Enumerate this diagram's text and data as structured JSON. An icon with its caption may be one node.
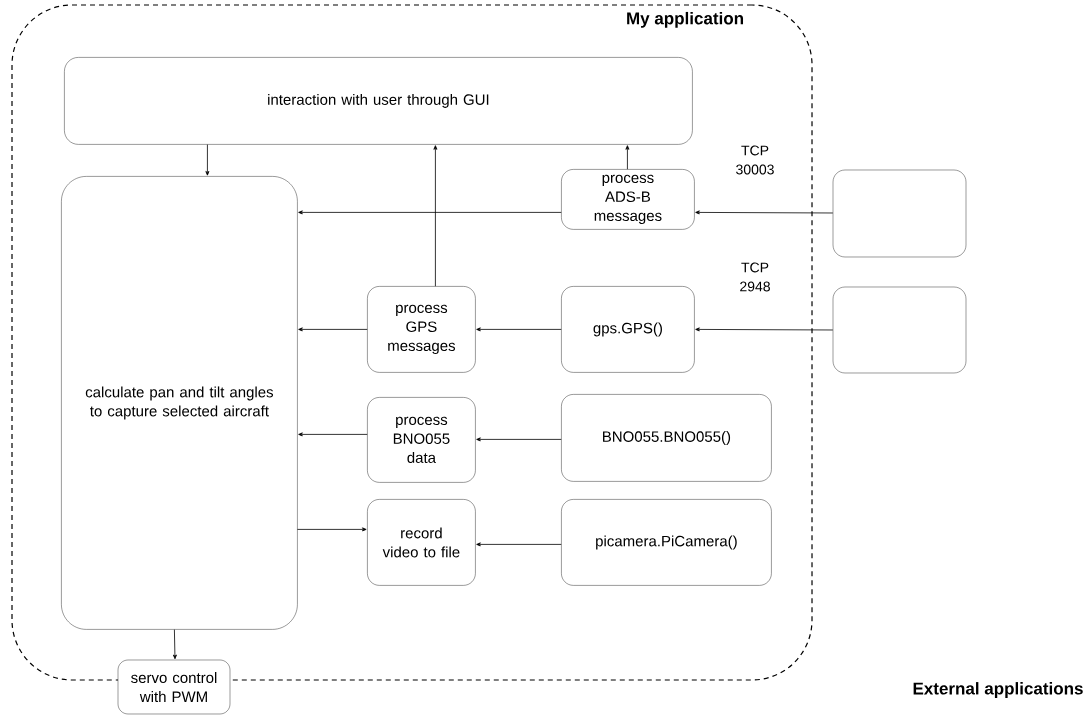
{
  "diagram": {
    "nodes": [
      {
        "text": [
          "My application"
        ]
      },
      {
        "text": [
          "interaction with user through GUI"
        ],
        "in": 0
      },
      {
        "text": [
          "calculate pan and tilt angles to capture selected aircraft"
        ],
        "in": 0
      },
      {
        "text": [
          "process ADS-B messages"
        ],
        "in": 0
      },
      {
        "text": [
          "process GPS messages"
        ],
        "in": 0
      },
      {
        "text": [
          "gps.GPS()"
        ],
        "in": 0
      },
      {
        "text": [
          "process BNO055 data"
        ],
        "in": 0
      },
      {
        "text": [
          "BNO055.BNO055()"
        ],
        "in": 0
      },
      {
        "text": [
          "record video to file"
        ],
        "in": 0
      },
      {
        "text": [
          "picamera.PiCamera()"
        ],
        "in": 0
      },
      {
        "text": [
          "servo control with PWM"
        ]
      },
      {
        "text": [],
        "shape": "box"
      },
      {
        "text": [],
        "shape": "box"
      }
    ],
    "edges": [
      {
        "from": 1,
        "to": 2,
        "arrow": "to"
      },
      {
        "from": 3,
        "to": 1,
        "arrow": "to"
      },
      {
        "from": 4,
        "to": 1,
        "arrow": "to"
      },
      {
        "from": 3,
        "to": 2,
        "arrow": "to"
      },
      {
        "from": 11,
        "to": 3,
        "arrow": "to",
        "label": "TCP 30003"
      },
      {
        "from": 12,
        "to": 5,
        "arrow": "to",
        "label": "TCP 2948"
      },
      {
        "from": 5,
        "to": 4,
        "arrow": "to"
      },
      {
        "from": 4,
        "to": 2,
        "arrow": "to"
      },
      {
        "from": 7,
        "to": 6,
        "arrow": "to"
      },
      {
        "from": 6,
        "to": 2,
        "arrow": "to"
      },
      {
        "from": 2,
        "to": 8,
        "arrow": "to"
      },
      {
        "from": 9,
        "to": 8,
        "arrow": "to"
      },
      {
        "from": 2,
        "to": 10,
        "arrow": "to"
      }
    ],
    "labels": [
      "External applications"
    ]
  }
}
